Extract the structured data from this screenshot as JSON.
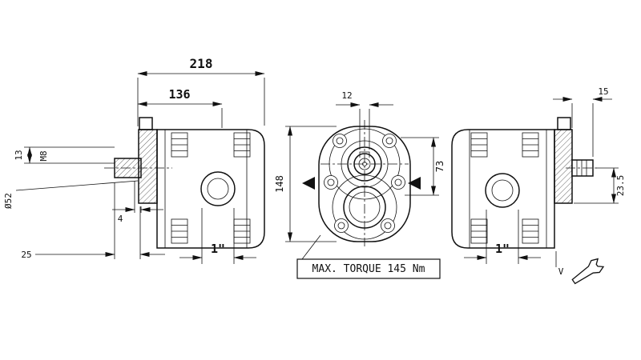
{
  "page": {
    "background": "#ffffff",
    "line_color": "#111111"
  },
  "drawing": {
    "title": "hydraulic-gear-pump-dimension-drawing",
    "dims": {
      "d218": "218",
      "d136": "136",
      "d13": "13",
      "m8": "M8",
      "d52": "Ø52",
      "d4": "4",
      "d25": "25",
      "inch_left": "1\"",
      "d12": "12",
      "d148": "148",
      "d73": "73",
      "torque": "MAX. TORQUE 145 Nm",
      "d15": "15",
      "d23_5": "23.5",
      "inch_right": "1\"",
      "v": "V"
    }
  }
}
